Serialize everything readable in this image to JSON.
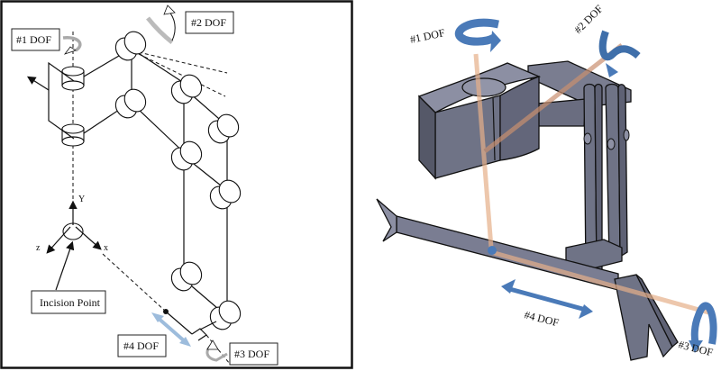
{
  "left_panel": {
    "labels": {
      "dof1": "#1 DOF",
      "dof2": "#2 DOF",
      "dof3": "#3 DOF",
      "dof4": "#4 DOF",
      "incision": "Incision Point",
      "axis_y": "Y",
      "axis_x": "x",
      "axis_z": "z"
    }
  },
  "right_panel": {
    "labels": {
      "dof1": "#1 DOF",
      "dof2": "#2 DOF",
      "dof3": "#3 DOF",
      "dof4": "#4 DOF"
    }
  },
  "colors": {
    "arrow_blue": "#4a7ab8",
    "light_blue": "#9dbcdc",
    "axis_orange": "#e6b08a",
    "metal_face": "#6f7386",
    "metal_light": "#8c8fa3",
    "metal_dark": "#555868",
    "gray_arrow": "#c8c8c8"
  }
}
